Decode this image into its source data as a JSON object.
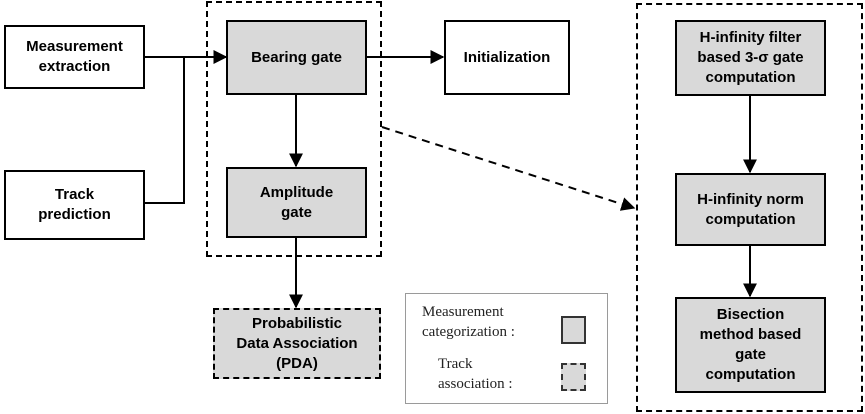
{
  "nodes": {
    "measurement_extraction": "Measurement\nextraction",
    "track_prediction": "Track\nprediction",
    "bearing_gate": "Bearing gate",
    "amplitude_gate": "Amplitude\ngate",
    "initialization": "Initialization",
    "pda": "Probabilistic\nData Association\n(PDA)",
    "hinf_filter_gate": "H-infinity filter\nbased 3-σ gate\ncomputation",
    "hinf_norm": "H-infinity norm\ncomputation",
    "bisection_gate": "Bisection\nmethod based\ngate\ncomputation"
  },
  "legend": {
    "measurement_label": "Measurement\ncategorization :",
    "track_label": "Track\nassociation :"
  },
  "colors": {
    "box_fill": "#d9d9d9",
    "line": "#000000"
  }
}
